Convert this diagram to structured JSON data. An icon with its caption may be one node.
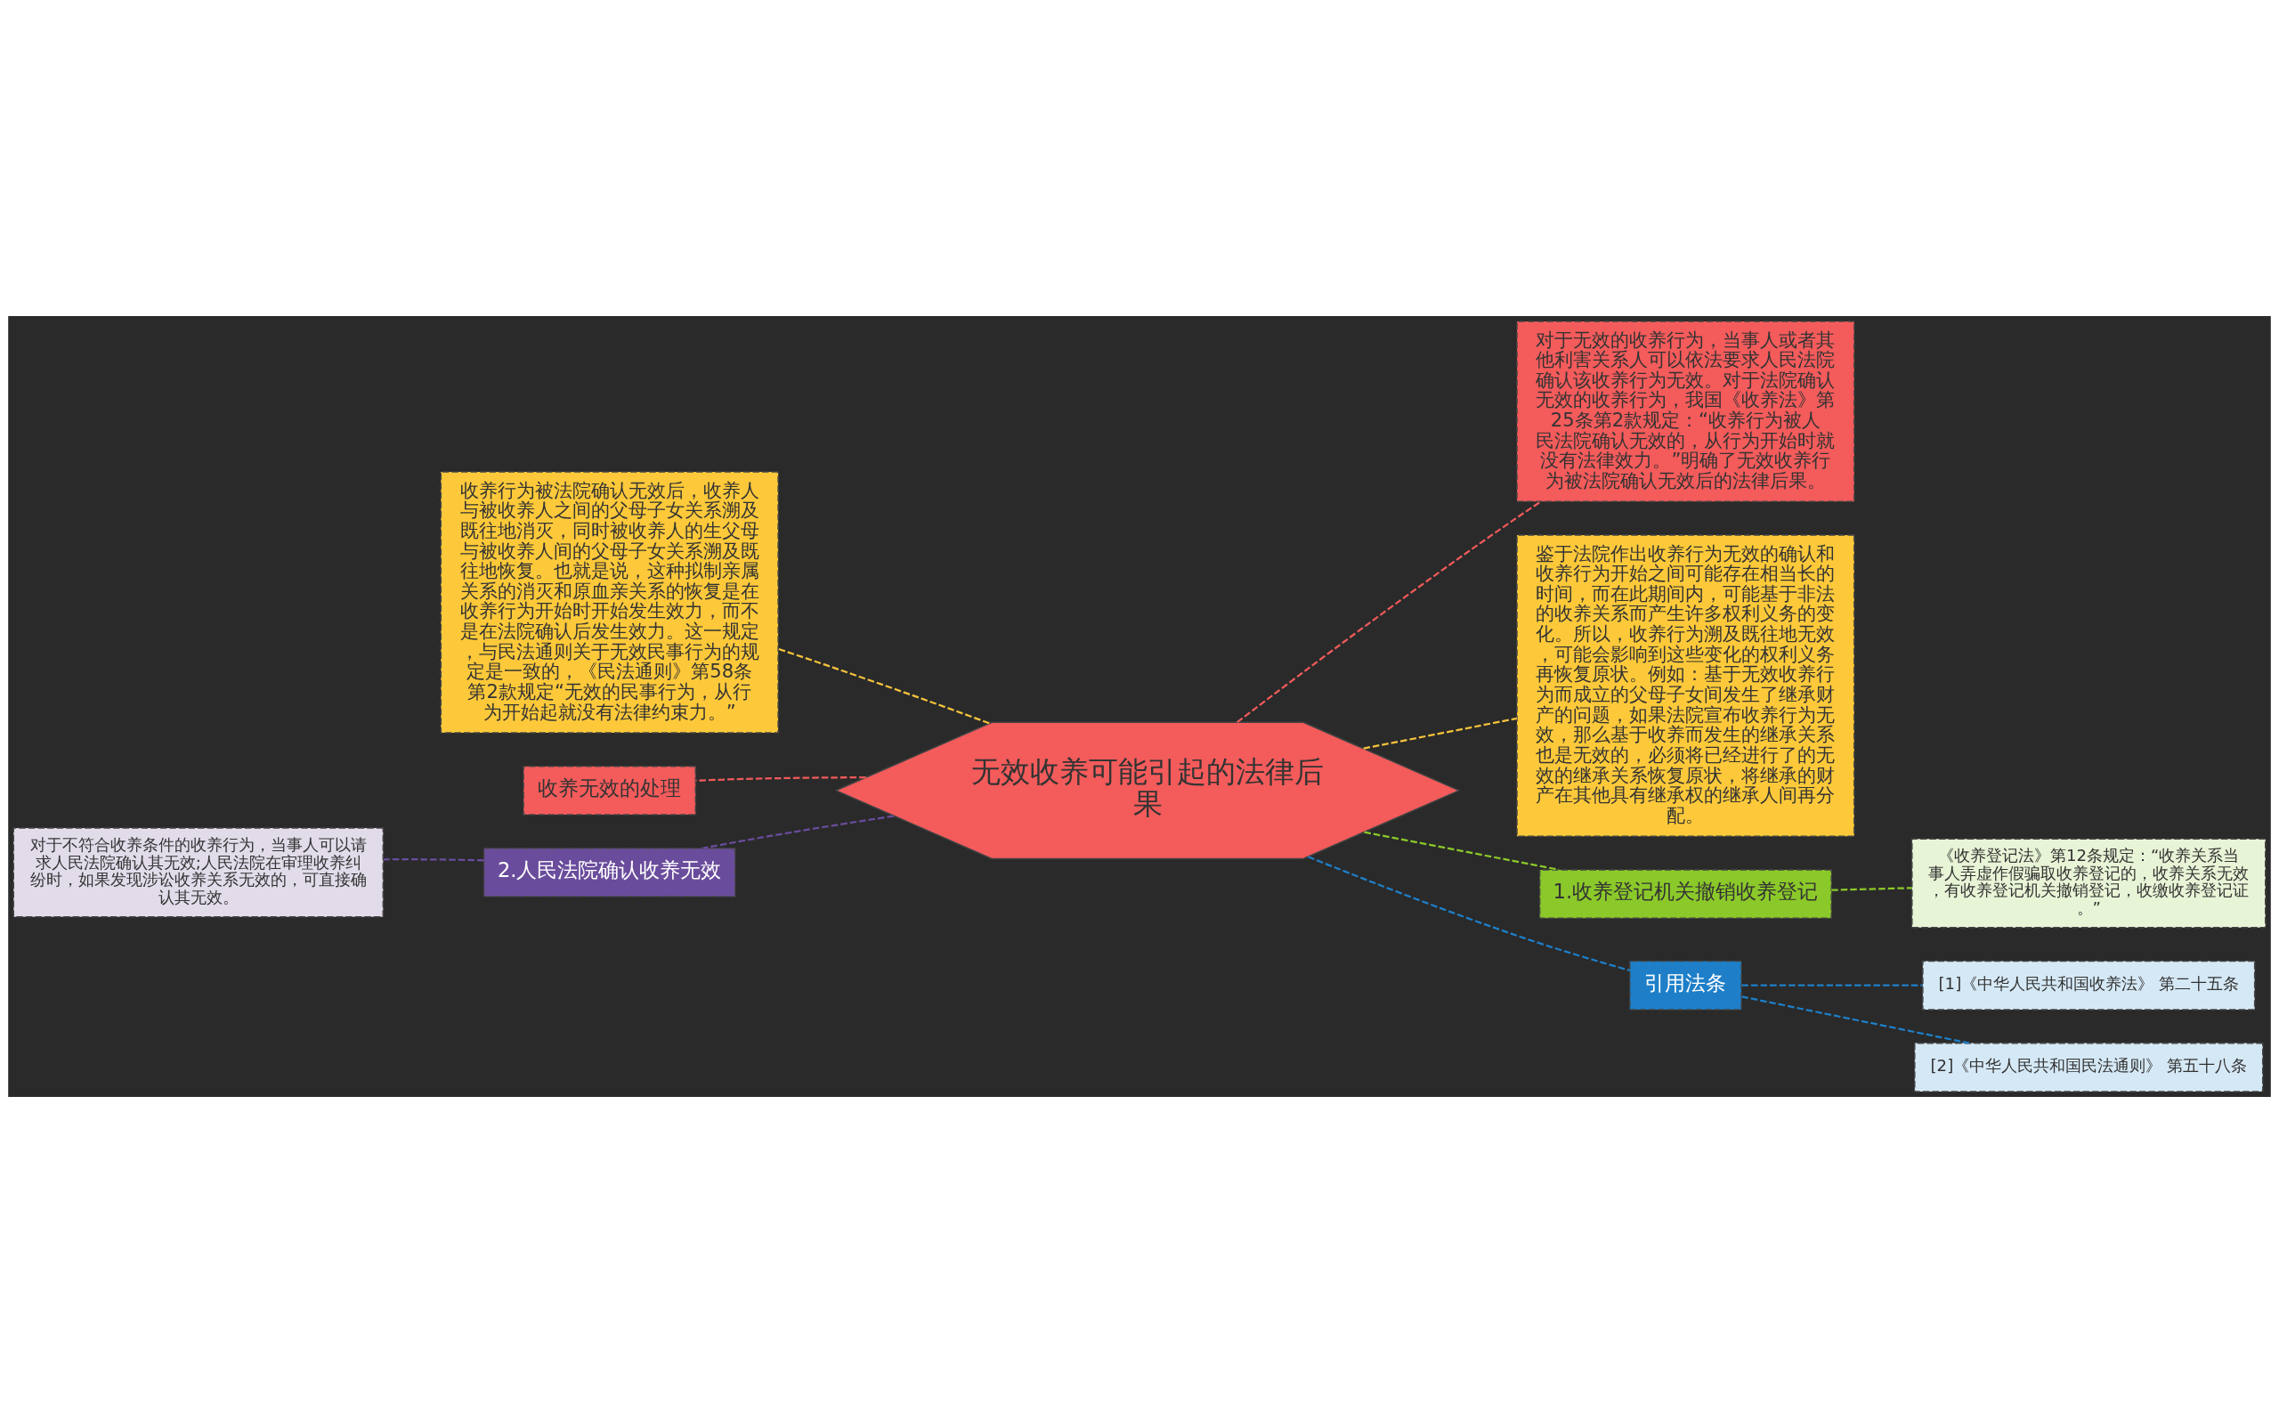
{
  "diagram": {
    "nodes": [
      {
        "text": [
          "无效收养可能引起的法律后果"
        ]
      },
      {
        "text": [
          "收养行为被法院确认无效后，收养人与被收养人之间的父母子女关系溯及既往地消灭，同时被收养人的生父母与被收养人间的父母子女关系溯及既往地恢复。也就是说，这种拟制亲属关系的消灭和原血亲关系的恢复是在收养行为开始时开始发生效力，而不是在法院确认后发生效力。这一规定，与民法通则关于无效民事行为的规定是一致的，《民法通则》第58条第2款规定“无效的民事行为，从行为开始起就没有法律约束力。”"
        ]
      },
      {
        "text": [
          "收养无效的处理"
        ]
      },
      {
        "text": [
          "2.人民法院确认收养无效"
        ]
      },
      {
        "text": [
          "对于不符合收养条件的收养行为，当事人可以请求人民法院确认其无效;人民法院在审理收养纠纷时，如果发现涉讼收养关系无效的，可直接确认其无效。"
        ]
      },
      {
        "text": [
          "对于无效的收养行为，当事人或者其他利害关系人可以依法要求人民法院确认该收养行为无效。对于法院确认无效的收养行为，我国《收养法》第25条第2款规定：“收养行为被人民法院确认无效的，从行为开始时就没有法律效力。”明确了无效收养行为被法院确认无效后的法律后果。"
        ]
      },
      {
        "text": [
          "鉴于法院作出收养行为无效的确认和收养行为开始之间可能存在相当长的时间，而在此期间内，可能基于非法的收养关系而产生许多权利义务的变化。所以，收养行为溯及既往地无效，可能会影响到这些变化的权利义务再恢复原状。例如：基于无效收养行为而成立的父母子女间发生了继承财产的问题，如果法院宣布收养行为无效，那么基于收养而发生的继承关系也是无效的，必须将已经进行了的无效的继承关系恢复原状，将继承的财产在其他具有继承权的继承人间再分配。"
        ]
      },
      {
        "text": [
          "1.收养登记机关撤销收养登记"
        ]
      },
      {
        "text": [
          "《收养登记法》第12条规定：“收养关系当事人弄虚作假骗取收养登记的，收养关系无效，有收养登记机关撤销登记，收缴收养登记证。”"
        ]
      },
      {
        "text": [
          "引用法条"
        ]
      },
      {
        "text": [
          "[1]《中华人民共和国收养法》 第二十五条"
        ]
      },
      {
        "text": [
          "[2]《中华人民共和国民法通则》 第五十八条"
        ]
      }
    ],
    "edges": [
      {
        "from": 0,
        "to": 1,
        "arrow": "none",
        "style": "dashed",
        "color": "#f5c33b"
      },
      {
        "from": 0,
        "to": 2,
        "arrow": "none",
        "style": "dashed",
        "color": "#f05a5a"
      },
      {
        "from": 0,
        "to": 3,
        "arrow": "none",
        "style": "dashed",
        "color": "#6a4c9c"
      },
      {
        "from": 3,
        "to": 4,
        "arrow": "none",
        "style": "dashed",
        "color": "#6a4c9c"
      },
      {
        "from": 0,
        "to": 5,
        "arrow": "none",
        "style": "dashed",
        "color": "#f05a5a"
      },
      {
        "from": 0,
        "to": 6,
        "arrow": "none",
        "style": "dashed",
        "color": "#f5c33b"
      },
      {
        "from": 0,
        "to": 7,
        "arrow": "none",
        "style": "dashed",
        "color": "#8bc92a"
      },
      {
        "from": 7,
        "to": 8,
        "arrow": "none",
        "style": "dashed",
        "color": "#8bc92a"
      },
      {
        "from": 0,
        "to": 9,
        "arrow": "none",
        "style": "dashed",
        "color": "#1e7fc8"
      },
      {
        "from": 9,
        "to": 10,
        "arrow": "none",
        "style": "dashed",
        "color": "#1e7fc8"
      },
      {
        "from": 9,
        "to": 11,
        "arrow": "none",
        "style": "dashed",
        "color": "#1e7fc8"
      }
    ]
  }
}
